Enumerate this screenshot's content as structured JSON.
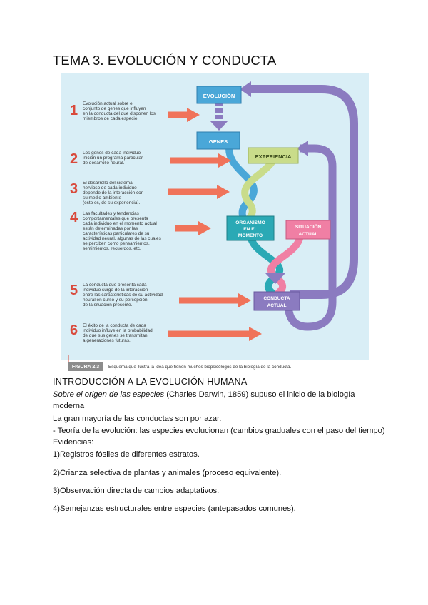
{
  "doc": {
    "title": "TEMA 3. EVOLUCIÓN Y CONDUCTA",
    "section_title": "INTRODUCCIÓN A LA EVOLUCIÓN HUMANA",
    "intro_italic": "Sobre el origen de las especies",
    "intro_rest_1": " (Charles Darwin, 1859) supuso el inicio de la biología",
    "intro_rest_2": "moderna",
    "line_azar": "La gran mayoría de las conductas son por azar.",
    "line_teoria": "- Teoría de la evolución: las especies evolucionan (cambios graduales con el paso del tiempo)",
    "line_evidencias": "Evidencias:",
    "evidences": [
      "1)Registros fósiles de diferentes estratos.",
      "2)Crianza selectiva de plantas y animales (proceso equivalente).",
      "3)Observación directa de cambios adaptativos.",
      "4)Semejanzas estructurales entre especies (antepasados comunes)."
    ]
  },
  "figure": {
    "colors": {
      "background": "#d9eef6",
      "number": "#d94a3c",
      "arrow": "#f0735a",
      "blue_box": "#4aa7d8",
      "green_box": "#c9dc8a",
      "teal_box": "#2aa9b5",
      "pink_box": "#f07fa4",
      "purple": "#8b7bc0"
    },
    "items": [
      {
        "number": "1",
        "lines": [
          "Evolución actual sobre el",
          "conjunto de genes que influyen",
          "en la conducta del que disponen los",
          "miembros de cada especie."
        ]
      },
      {
        "number": "2",
        "lines": [
          "Los genes de cada individuo",
          "inician un programa particular",
          "de desarrollo neural."
        ]
      },
      {
        "number": "3",
        "lines": [
          "El desarrollo del sistema",
          "nervioso de cada individuo",
          "depende de la interacción con",
          "su medio ambiente",
          "(esto es, de su experiencia)."
        ]
      },
      {
        "number": "4",
        "lines": [
          "Las facultades y tendencias",
          "comportamentales que presenta",
          "cada individuo en el momento actual",
          "están determinadas por las",
          "características particulares de su",
          "actividad neural, algunas de las cuales",
          "se perciben como pensamientos,",
          "sentimientos, recuerdos, etc."
        ]
      },
      {
        "number": "5",
        "lines": [
          "La conducta que presenta cada",
          "individuo surge de la interacción",
          "entre las características de su actividad",
          "neural en curso y su percepción",
          "de la situación presente."
        ]
      },
      {
        "number": "6",
        "lines": [
          "El éxito de la conducta de cada",
          "individuo influye en la probabilidad",
          "de que sus genes se transmitan",
          "a generaciones futuras."
        ]
      }
    ],
    "boxes": {
      "evolucion": "EVOLUCIÓN",
      "genes": "GENES",
      "experiencia": "EXPERIENCIA",
      "organismo": [
        "ORGANISMO",
        "EN EL",
        "MOMENTO"
      ],
      "situacion": [
        "SITUACIÓN",
        "ACTUAL"
      ],
      "conducta": [
        "CONDUCTA",
        "ACTUAL"
      ]
    },
    "caption_label": "FIGURA 2.3",
    "caption_text": "Esquema que ilustra la idea que tienen muchos biopsicólogos de la biología de la conducta."
  }
}
